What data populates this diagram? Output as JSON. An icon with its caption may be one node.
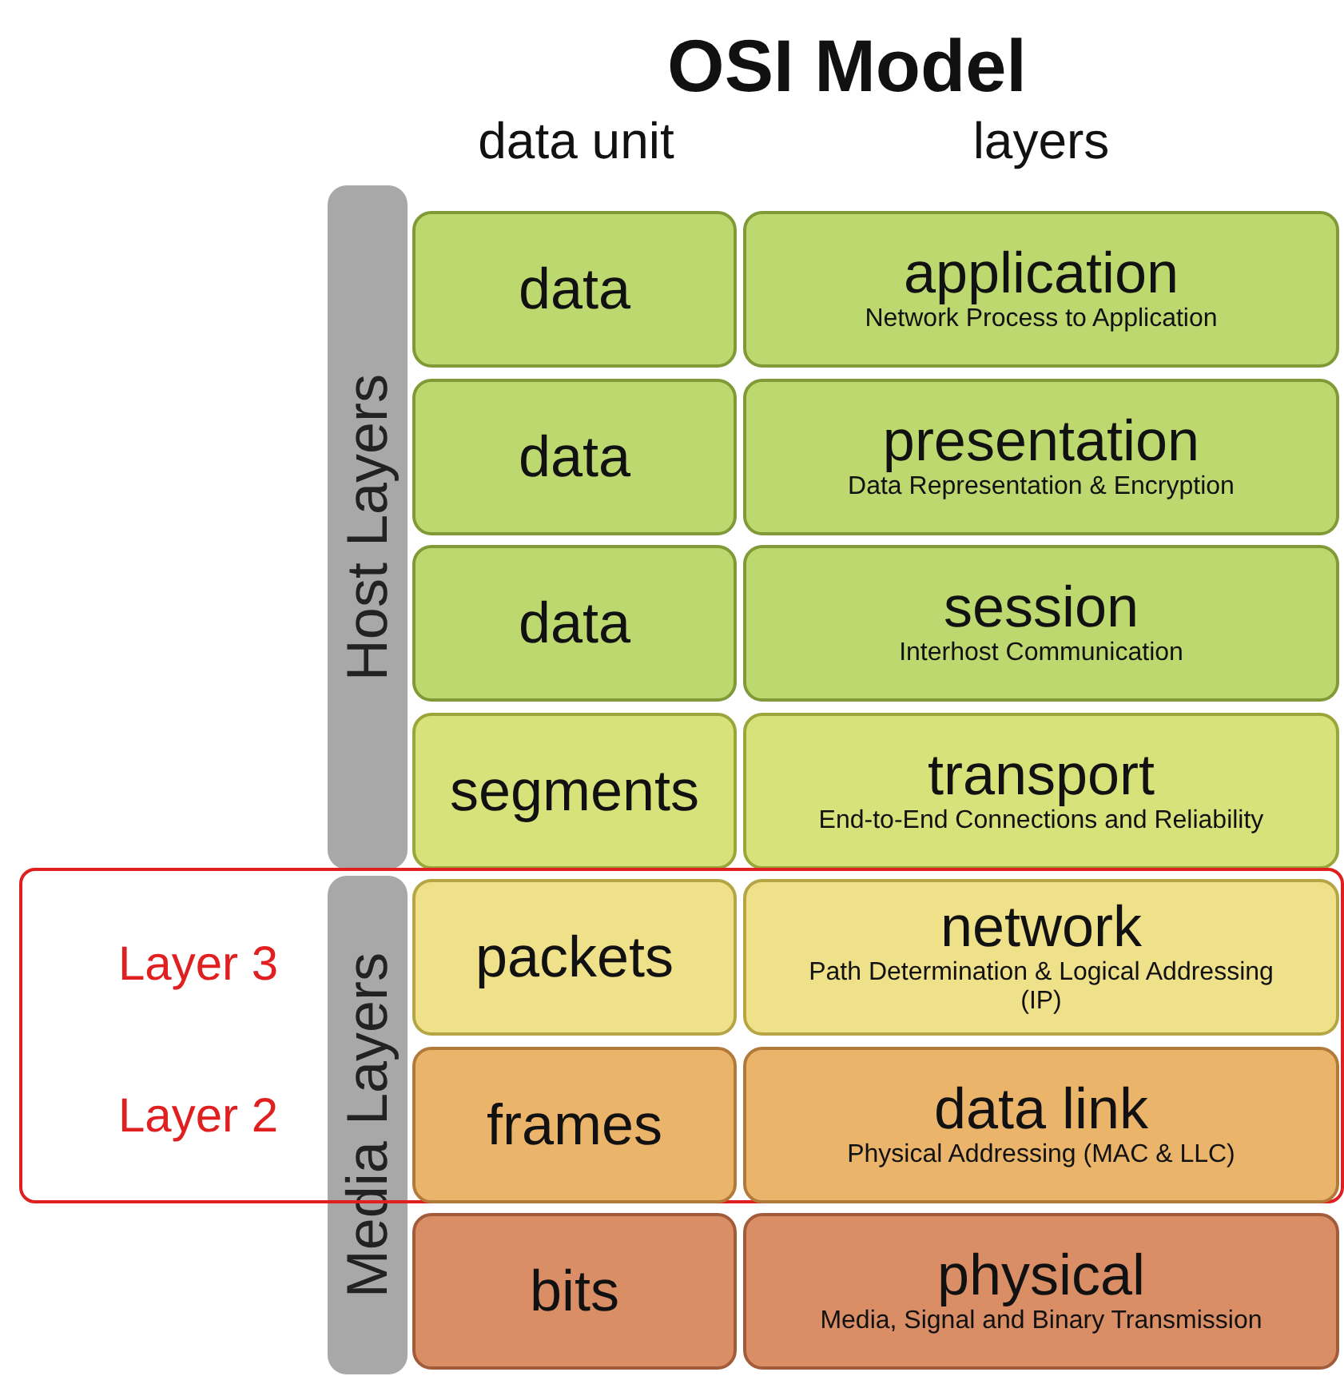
{
  "diagram": {
    "title": "OSI Model",
    "nodes": [
      {
        "text": [
          "Host Layers"
        ]
      },
      {
        "text": [
          "Media Layers"
        ]
      },
      {
        "text": [
          "data"
        ]
      },
      {
        "text": [
          "application",
          "Network Process to Application"
        ]
      },
      {
        "text": [
          "data"
        ]
      },
      {
        "text": [
          "presentation",
          "Data Representation & Encryption"
        ]
      },
      {
        "text": [
          "data"
        ]
      },
      {
        "text": [
          "session",
          "Interhost Communication"
        ]
      },
      {
        "text": [
          "segments"
        ]
      },
      {
        "text": [
          "transport",
          "End-to-End Connections and Reliability"
        ]
      },
      {
        "text": [
          "Layer 3",
          "Layer 2"
        ]
      },
      {
        "text": [
          "packets"
        ],
        "in": 10
      },
      {
        "text": [
          "network",
          "Path Determination & Logical Addressing (IP)"
        ],
        "in": 10
      },
      {
        "text": [
          "frames"
        ],
        "in": 10
      },
      {
        "text": [
          "data link",
          "Physical Addressing (MAC & LLC)"
        ],
        "in": 10
      },
      {
        "text": [
          "bits"
        ]
      },
      {
        "text": [
          "physical",
          "Media, Signal and Binary Transmission"
        ]
      }
    ],
    "labels": [
      "data unit",
      "layers"
    ]
  }
}
